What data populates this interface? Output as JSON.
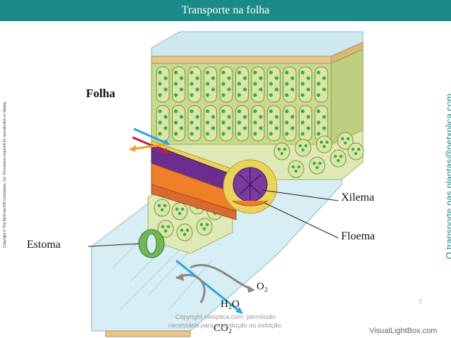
{
  "header": {
    "title": "Transporte na folha"
  },
  "labels": {
    "folha": "Folha",
    "xilema": "Xilema",
    "floema": "Floema",
    "estoma": "Estoma",
    "o2": "O₂",
    "h2o": "H₂O",
    "co2": "CO₂"
  },
  "copyright": "Copyright © The McGraw-Hill Companies, Inc. Permission required for reproduction or display.",
  "side_caption": "O transporte nas plantas@netxplica.com",
  "watermark": "Copyright netxplica.com: permissão necessária para reprodução ou exibição.",
  "page_number": "7",
  "site_mark": "VisualLightBox.com",
  "colors": {
    "header_bg": "#1b8a86",
    "xylem": "#6b2d8f",
    "phloem": "#f07f2a",
    "cell": "#d8e6a6",
    "chloroplast": "#3fa84a",
    "water_arrow": "#29a3e0",
    "red_arrow": "#c0203a"
  }
}
